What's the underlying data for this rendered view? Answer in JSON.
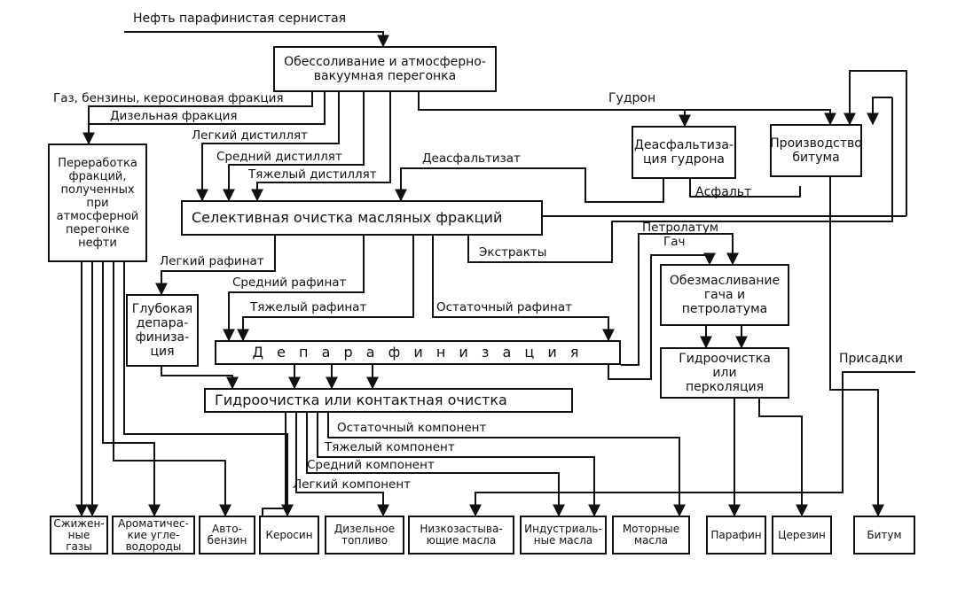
{
  "diagram": {
    "boxes": {
      "desalting": "Обессоливание и атмосферно-\nвакуумная перегонка",
      "fraction_processing": "Переработка\nфракций,\nполученных\nпри\nатмосферной\nперегонке\nнефти",
      "selective_cleaning": "Селективная очистка масляных фракций",
      "deasphalting": "Деасфальтиза-\nция гудрона",
      "bitumen_production": "Производство\nбитума",
      "deep_dewaxing": "Глубокая\nдепара-\nфиниза-\nция",
      "dewaxing": "Д е п а р а ф и н и з а ц и я",
      "deoiling": "Обезмасливание\nгача и\nпетролатума",
      "hydrotreating": "Гидроочистка или контактная очистка",
      "hydro_percolation": "Гидроочистка\nили\nперколяция"
    },
    "products": [
      "Сжижен-\nные\nгазы",
      "Ароматичес-\nкие угле-\nводороды",
      "Авто-\nбензин",
      "Керосин",
      "Дизельное\nтопливо",
      "Низкозастыва-\nющие масла",
      "Индустриаль-\nные масла",
      "Моторные\nмасла",
      "Парафин",
      "Церезин",
      "Битум"
    ],
    "labels": {
      "crude": "Нефть парафинистая сернистая",
      "gas_gasoline": "Газ, бензины, керосиновая фракция",
      "diesel_fraction": "Дизельная фракция",
      "light_distillate": "Легкий дистиллят",
      "medium_distillate": "Средний дистиллят",
      "heavy_distillate": "Тяжелый дистиллят",
      "tar": "Гудрон",
      "deasphaltizate": "Деасфальтизат",
      "asphalt": "Асфальт",
      "extracts": "Экстракты",
      "petrolatum": "Петролатум",
      "slack_wax": "Гач",
      "light_raffinate": "Легкий рафинат",
      "medium_raffinate": "Средний рафинат",
      "heavy_raffinate": "Тяжелый рафинат",
      "residual_raffinate": "Остаточный рафинат",
      "additives": "Присадки",
      "residual_component": "Остаточный компонент",
      "heavy_component": "Тяжелый компонент",
      "medium_component": "Средний компонент",
      "light_component": "Легкий компонент"
    }
  }
}
